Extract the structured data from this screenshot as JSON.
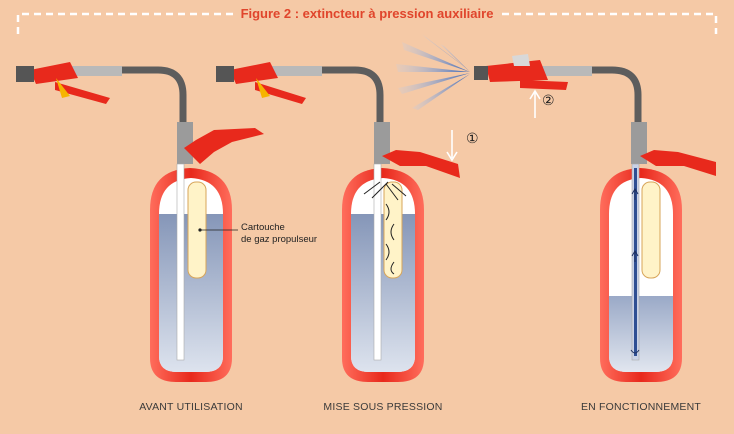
{
  "figure": {
    "title": "Figure 2 : extincteur à pression auxiliaire"
  },
  "annotations": {
    "cartridge_line1": "Cartouche",
    "cartridge_line2": "de gaz propulseur",
    "step1": "①",
    "step2": "②"
  },
  "panels": [
    {
      "caption": "AVANT UTILISATION"
    },
    {
      "caption": "MISE SOUS PRESSION"
    },
    {
      "caption": "EN FONCTIONNEMENT"
    }
  ],
  "colors": {
    "background": "#f5c9a6",
    "title": "#e0452c",
    "cylinder_red": "#e8291c",
    "liquid": "#9fb0cc",
    "hose": "#5d5d5d"
  }
}
